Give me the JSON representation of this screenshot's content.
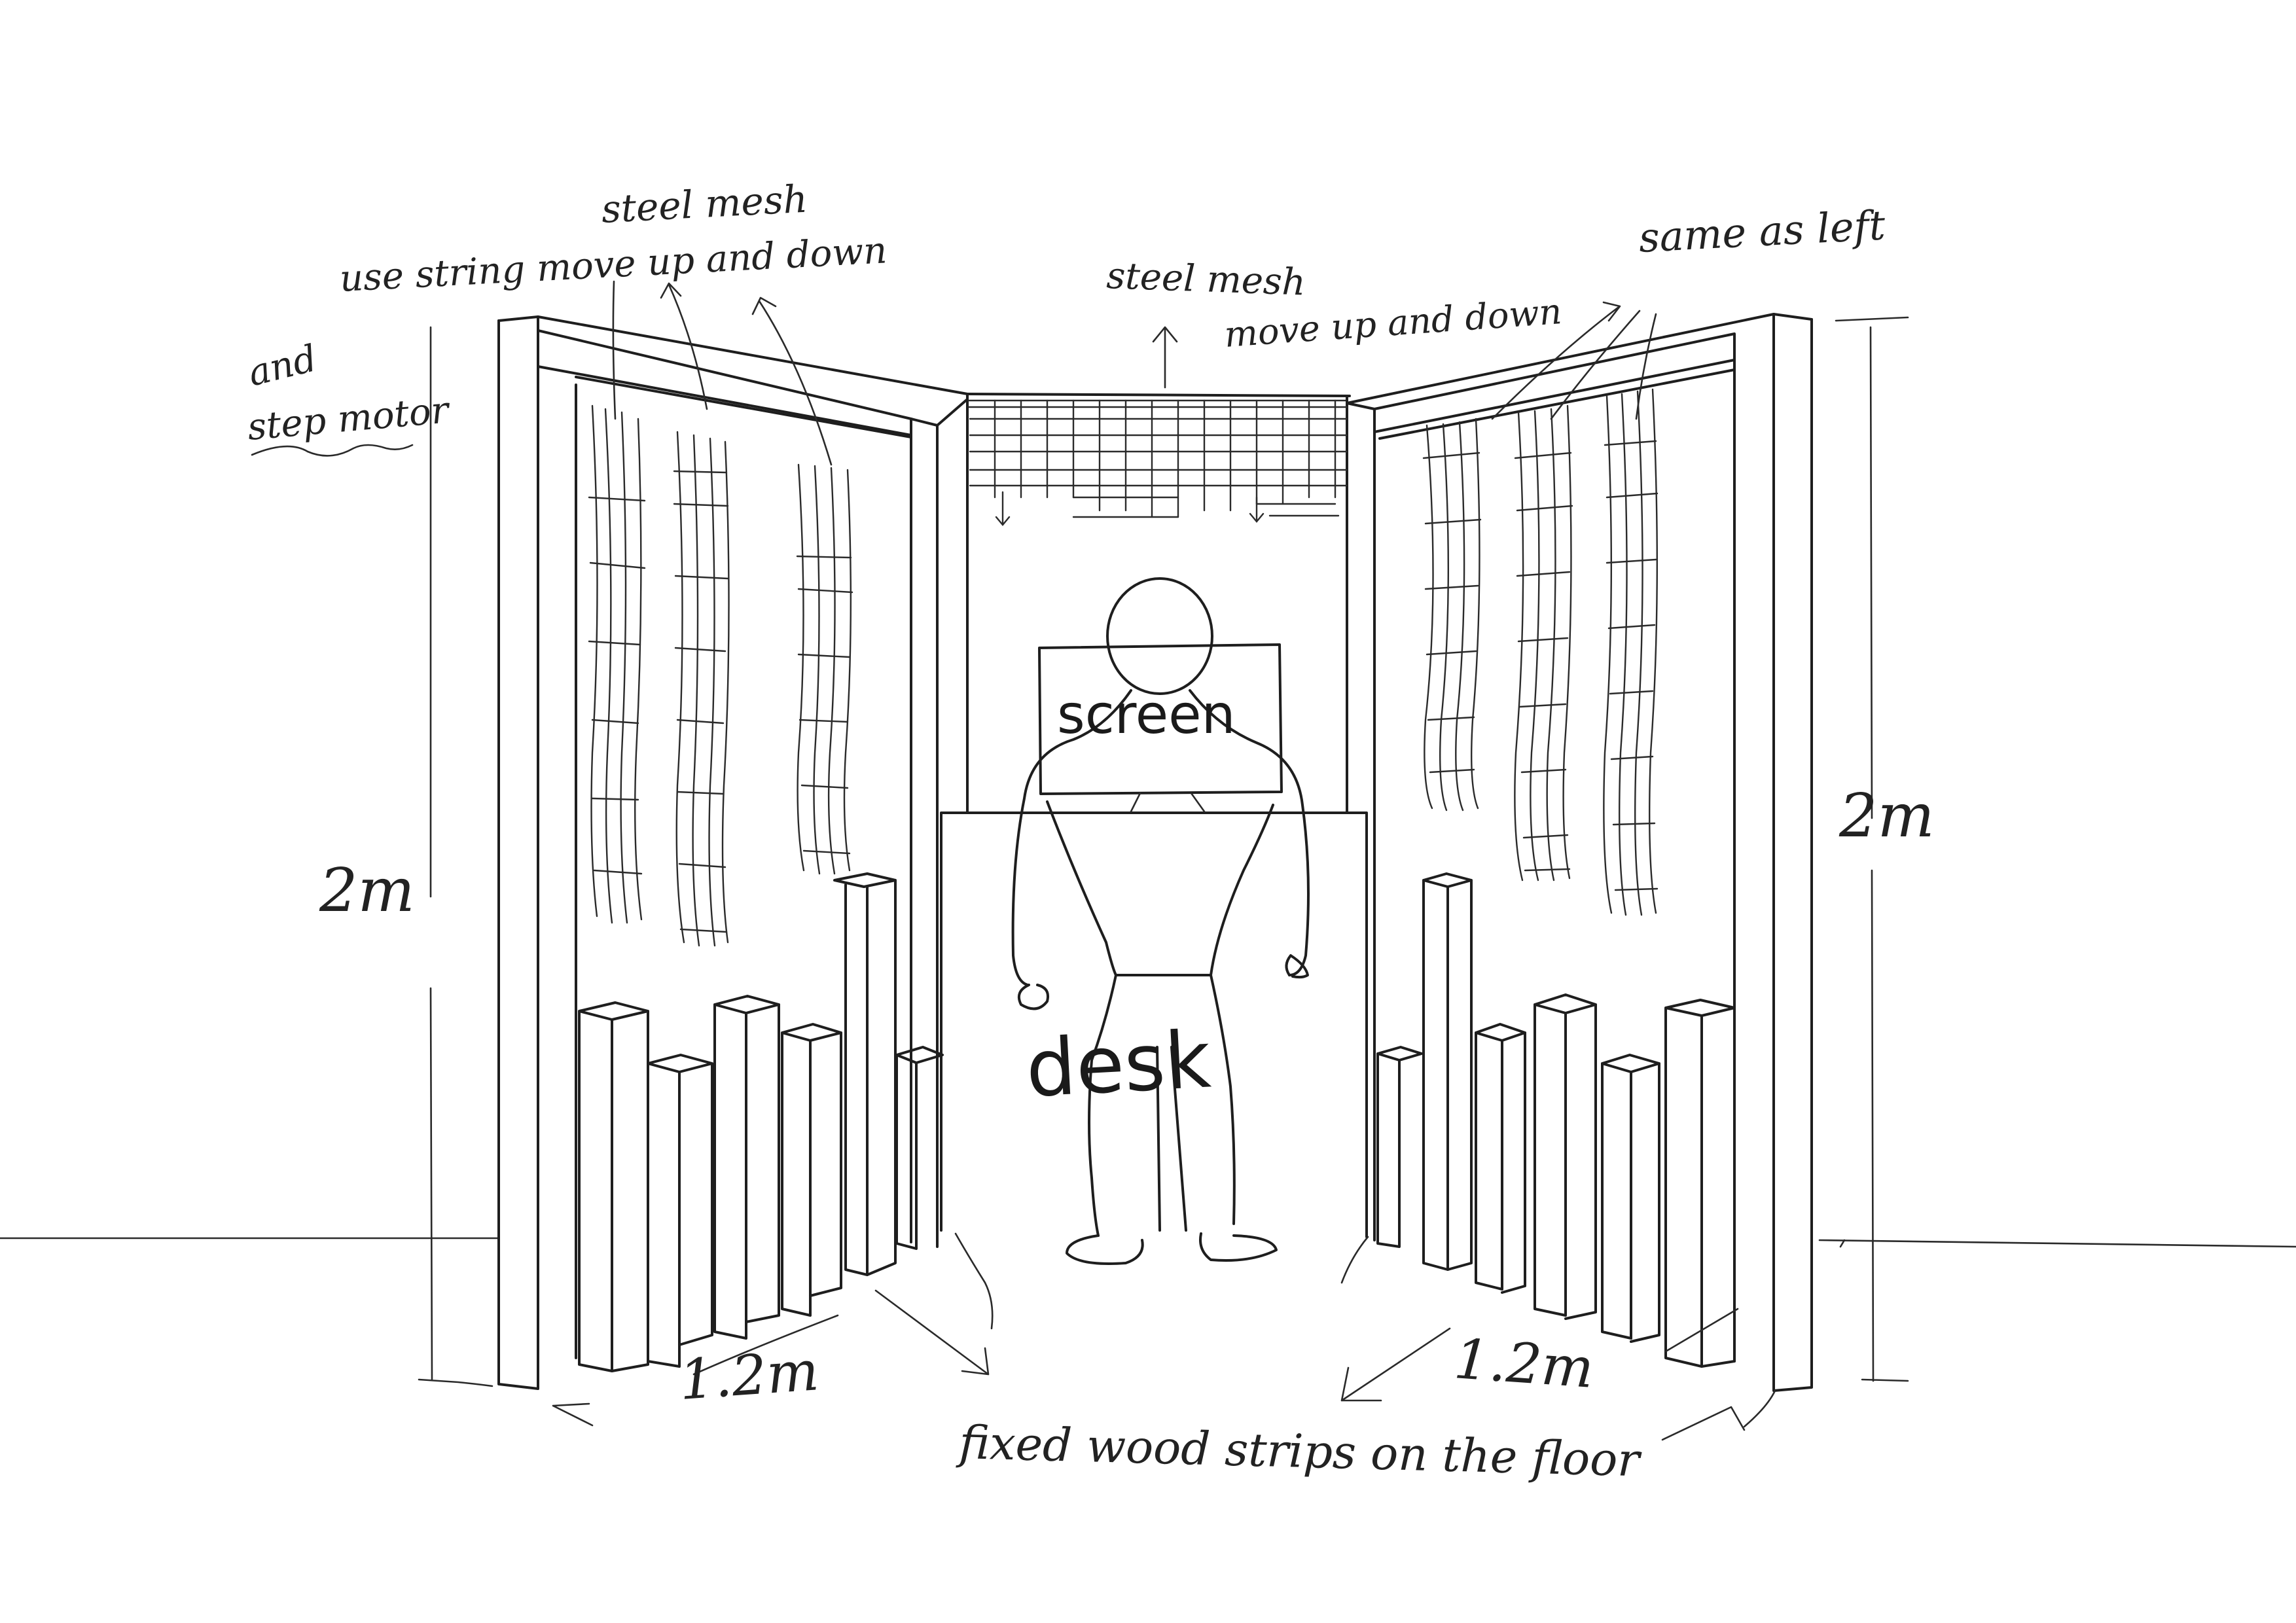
{
  "labels": {
    "steel_mesh_left": "steel mesh",
    "string_move": "use string move up and down",
    "and_step_motor_1": "and",
    "and_step_motor_2": "step motor",
    "steel_mesh_center": "steel mesh",
    "move_center": "move up and down",
    "same_as_left": "same as left",
    "screen": "screen",
    "desk": "desk",
    "height_left": "2m",
    "height_right": "2m",
    "width_left": "1.2m",
    "width_right": "1.2m",
    "floor_note": "fixed wood strips on the floor"
  },
  "colors": {
    "ink": "#1e1e1e",
    "paper": "#ffffff"
  }
}
